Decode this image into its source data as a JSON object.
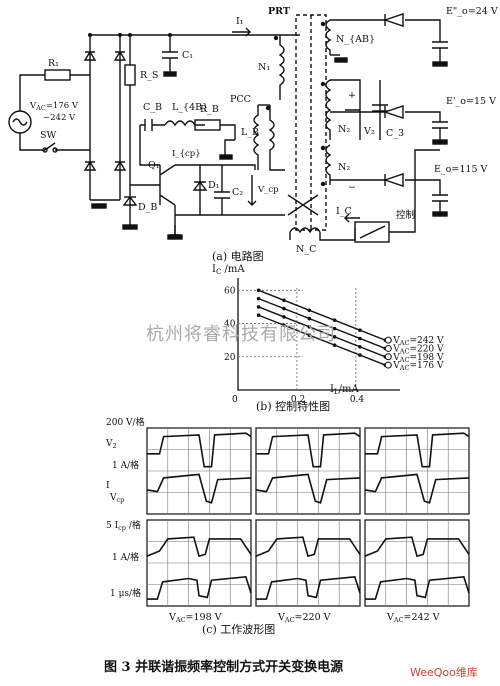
{
  "figure": {
    "caption": "图 3   并联谐振频率控制方式开关变换电源",
    "watermark": "杭州将睿科技有限公司",
    "logo_text": "WeeQoo维库"
  },
  "circuit": {
    "caption": "(a) 电路图",
    "labels": {
      "r1": "R₁",
      "source": "V_AC=176 V\n~242 V",
      "sw": "SW",
      "rs": "R_S",
      "c1": "C₁",
      "i1": "I₁",
      "prt": "PRT",
      "n1": "N₁",
      "nab": "N_{AB}",
      "cb": "C_B",
      "l4b": "L_{4B}",
      "rb": "R_B",
      "pcc": "PCC",
      "lb": "L_B",
      "icp": "I_{cp}",
      "q1": "Q₁",
      "d1": "D₁",
      "c2": "C₂",
      "vcp": "V_cp",
      "db": "D_B",
      "n2a": "N₂",
      "n2b": "N₂",
      "v2": "V₂",
      "c3": "C_3",
      "eo_top": "E\"_o=24 V",
      "eo_mid": "E'_o=15 V",
      "eo_bot": "E_o=115 V",
      "ic": "I_C",
      "control": "控制",
      "nc": "N_C",
      "plus": "+",
      "minus": "−"
    }
  },
  "control_chart": {
    "caption": "(b) 控制特性图",
    "chart_data": {
      "type": "line",
      "ylabel": "I_C /mA",
      "xlabel": "I_L /mA",
      "x_ticks": [
        "0",
        "0.2",
        "0.4"
      ],
      "y_ticks": [
        "20",
        "40",
        "60"
      ],
      "xlim": [
        0,
        0.55
      ],
      "ylim": [
        0,
        65
      ],
      "series": [
        {
          "name": "V_AC=242 V",
          "x": [
            0.07,
            0.5
          ],
          "y": [
            60,
            30
          ]
        },
        {
          "name": "V_AC=220 V",
          "x": [
            0.07,
            0.5
          ],
          "y": [
            55,
            25
          ]
        },
        {
          "name": "V_AC=198 V",
          "x": [
            0.07,
            0.5
          ],
          "y": [
            50,
            20
          ]
        },
        {
          "name": "V_AC=176 V",
          "x": [
            0.07,
            0.5
          ],
          "y": [
            45,
            15
          ]
        }
      ]
    }
  },
  "waveforms": {
    "caption": "(c) 工作波形图",
    "left_labels": {
      "v_scale": "200 V/格",
      "v2": "V₂",
      "i_scale": "1 A/格",
      "i": "I",
      "vcp": "V_cp",
      "icp_scale": "5 I_cp /格",
      "a_scale": "1 A/格",
      "t_scale": "1 μs/格"
    },
    "columns": [
      "V_AC=198 V",
      "V_AC=220 V",
      "V_AC=242 V"
    ]
  }
}
